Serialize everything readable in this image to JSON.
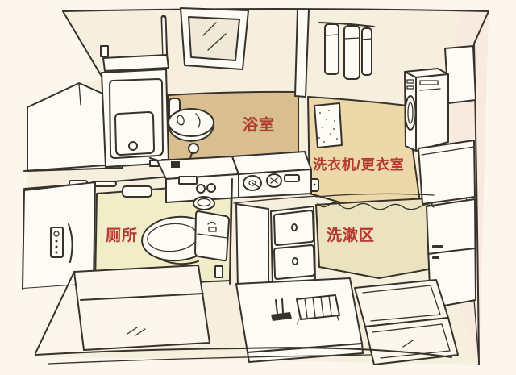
{
  "labels": {
    "bathroom": "浴室",
    "laundry_changing_room": "洗衣机/更衣室",
    "toilet": "厕所",
    "washing_area": "洗漱区"
  },
  "colors": {
    "paper": "#fbf7ec",
    "wall": "#f7efde",
    "wall-right": "#f8eadf",
    "glass": "#f0e9d8",
    "floor-bathroom": "#d9bf90",
    "floor-laundry": "#ecd8a8",
    "floor-toilet": "#f2edc9",
    "floor-washarea": "#ebe3bf",
    "white": "#fdfbf5",
    "line": "#37322b",
    "label-red": "#b23a30"
  }
}
